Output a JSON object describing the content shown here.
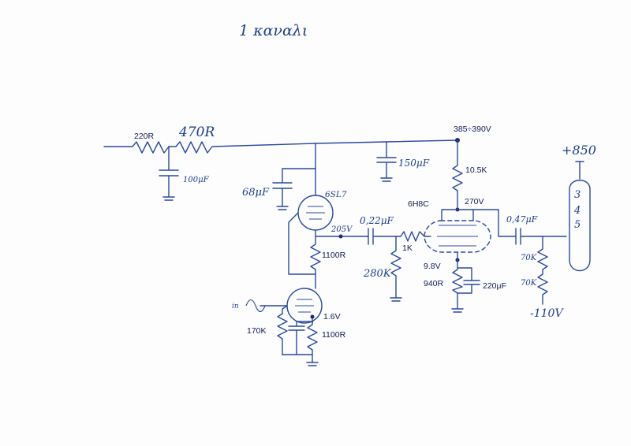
{
  "title": "1 καναλι",
  "colors": {
    "ink": "#2a4aa0",
    "text": "#111a55",
    "hand": "#1a3d8f"
  },
  "labels": {
    "r220": "220R",
    "r470": "470R",
    "c100": "100μF",
    "c68": "68μF",
    "tube1": "6SL7",
    "c150": "150μF",
    "b_plus": "385÷390V",
    "r105k": "10.5K",
    "tube2": "6H8C",
    "v270": "270V",
    "c047": "0,47μF",
    "plus850": "+850",
    "pins": [
      "3",
      "4",
      "5"
    ],
    "v205": "205V",
    "c022": "0,22μF",
    "r1k": "1K",
    "r280k": "280K",
    "r1100a": "1100R",
    "v98": "9.8V",
    "r940": "940R",
    "c220": "220μF",
    "r70ka": "70K",
    "r70kb": "70K",
    "minus110": "-110V",
    "input": "in",
    "v16": "1.6V",
    "r170k": "170K",
    "r1100b": "1100R"
  }
}
